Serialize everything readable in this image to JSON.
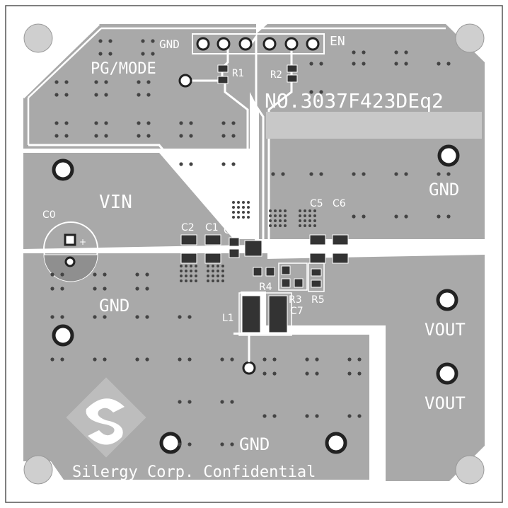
{
  "board": {
    "board_number": "NO.3037F423DEq2",
    "confidential_text": "Silergy Corp. Confidential",
    "colors": {
      "background": "#ffffff",
      "copper": "#a9a9a9",
      "gap": "#ffffff",
      "outline": "#555555",
      "pad": "#333333",
      "via": "#444444",
      "mounting_hole": "#cfcfcf",
      "silkscreen": "#ffffff"
    }
  },
  "labels": {
    "vin_header": "VIN",
    "gnd_header": "GND",
    "en_header": "EN",
    "pg_mode": "PG/MODE",
    "vin_area": "VIN",
    "gnd_right": "GND",
    "gnd_left": "GND",
    "gnd_bottom": "GND",
    "vout_1": "VOUT",
    "vout_2": "VOUT"
  },
  "designators": {
    "r1": "R1",
    "r2": "R2",
    "r3": "R3",
    "r4": "R4",
    "r5": "R5",
    "c0": "C0",
    "c1": "C1",
    "c2": "C2",
    "c3": "C3",
    "c5": "C5",
    "c6": "C6",
    "c7": "C7",
    "l1": "L1"
  },
  "icons": {
    "logo": "silergy-s-logo-icon",
    "mounting_hole": "mounting-hole-icon",
    "test_point": "test-point-icon",
    "electrolytic_polarity": "plus-sign-icon"
  },
  "polarity_mark": "+"
}
